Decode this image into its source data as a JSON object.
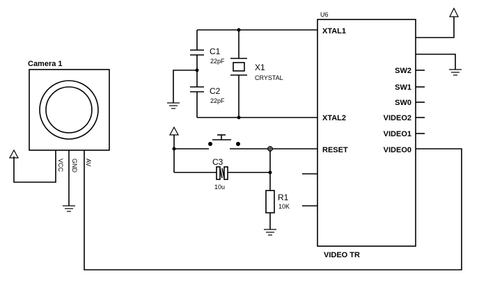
{
  "camera": {
    "title": "Camera 1",
    "pins": [
      "VCC",
      "GND",
      "AV"
    ]
  },
  "chip": {
    "ref": "U6",
    "name": "VIDEO TR",
    "left_pins": [
      "XTAL1",
      "XTAL2",
      "RESET"
    ],
    "right_pins": [
      "SW2",
      "SW1",
      "SW0",
      "VIDEO2",
      "VIDEO1",
      "VIDEO0"
    ]
  },
  "c1": {
    "ref": "C1",
    "value": "22pF"
  },
  "c2": {
    "ref": "C2",
    "value": "22pF"
  },
  "x1": {
    "ref": "X1",
    "value": "CRYSTAL"
  },
  "c3": {
    "ref": "C3",
    "value": "10u"
  },
  "r1": {
    "ref": "R1",
    "value": "10K"
  }
}
